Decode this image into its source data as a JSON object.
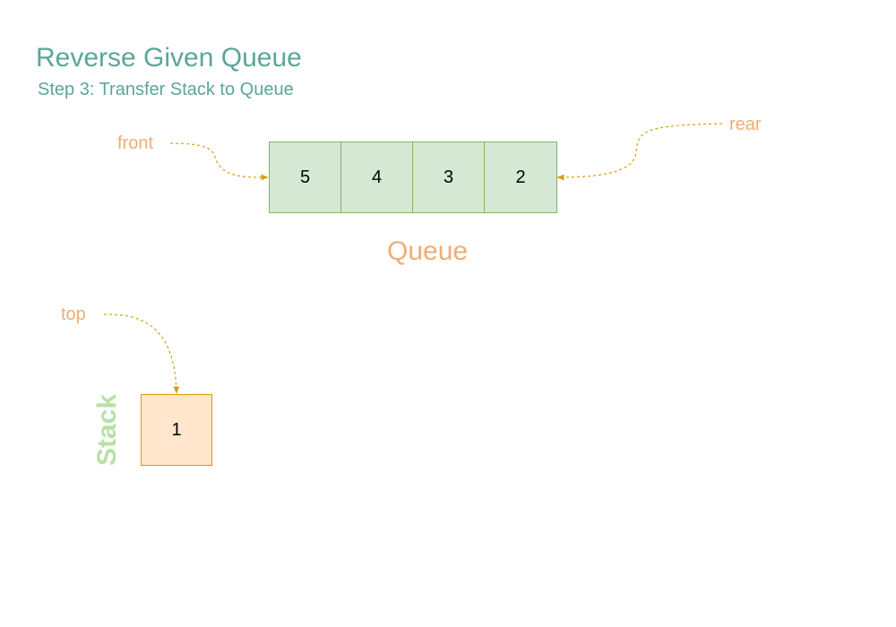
{
  "title": "Reverse Given Queue",
  "subtitle": "Step 3: Transfer Stack to Queue",
  "colors": {
    "title": "#5aa69a",
    "label": "#f0ad72",
    "arrow": "#d4a017",
    "queue_fill": "#d5e8d4",
    "queue_border": "#82b366",
    "stack_fill": "#ffe6cc",
    "stack_border": "#d79b00",
    "stack_label": "#b9e0a5"
  },
  "queue": {
    "label": "Queue",
    "items": [
      "5",
      "4",
      "3",
      "2"
    ],
    "front_label": "front",
    "rear_label": "rear"
  },
  "stack": {
    "label": "Stack",
    "items": [
      "1"
    ],
    "top_label": "top"
  }
}
